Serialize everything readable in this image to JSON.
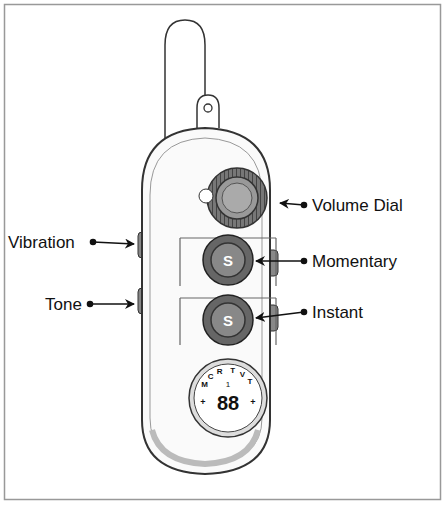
{
  "diagram": {
    "labels": [
      "Volume Dial",
      "Vibration",
      "Momentary",
      "Tone",
      "Instant",
      "S",
      "S",
      "88",
      "1",
      "M",
      "C",
      "R",
      "T",
      "V",
      "T",
      "+",
      "+"
    ]
  }
}
